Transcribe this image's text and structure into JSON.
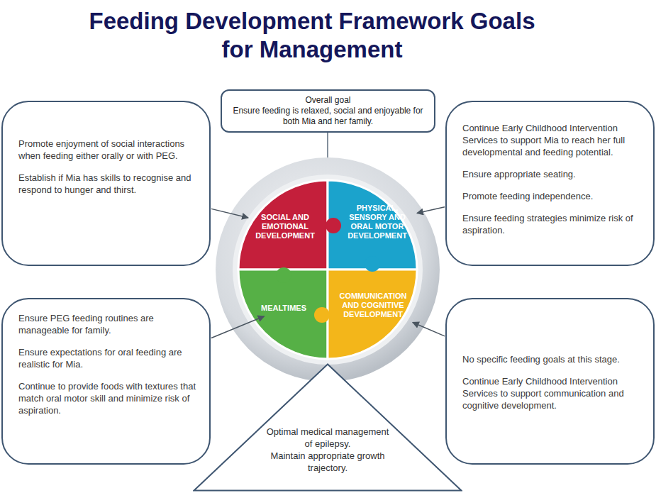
{
  "diagram": {
    "title": "Feeding Development Framework Goals for Management",
    "nodes": [
      {
        "text": [
          "Overall goal",
          "Ensure feeding is relaxed, social and enjoyable for both Mia and her family."
        ]
      },
      {
        "text": [
          "Promote enjoyment of social interactions when feeding either orally or with PEG.",
          "Establish if Mia has skills to recognise and respond to hunger and thirst."
        ]
      },
      {
        "text": [
          "Continue Early Childhood Intervention Services to support Mia to reach her full developmental and feeding potential.",
          "Ensure appropriate seating.",
          "Promote feeding independence.",
          "Ensure feeding strategies minimize risk of aspiration."
        ]
      },
      {
        "text": [
          "SOCIAL AND EMOTIONAL DEVELOPMENT"
        ]
      },
      {
        "text": [
          "PHYSICAL, SENSORY AND ORAL MOTOR DEVELOPMENT"
        ]
      },
      {
        "text": [
          "MEALTIMES"
        ]
      },
      {
        "text": [
          "COMMUNICATION AND COGNITIVE DEVELOPMENT"
        ]
      },
      {
        "text": [
          "Ensure PEG feeding routines are manageable for family.",
          "Ensure expectations for oral feeding are realistic for Mia.",
          "Continue to provide foods with textures that match oral motor skill and minimize risk of aspiration."
        ]
      },
      {
        "text": [
          "No specific feeding goals at this stage.",
          "Continue Early Childhood Intervention Services to support communication and cognitive development."
        ]
      },
      {
        "text": [
          "Optimal medical management of epilepsy.",
          "Maintain appropriate growth trajectory."
        ]
      }
    ],
    "edges": [
      {
        "from": 1,
        "to": 3,
        "arrow": "to"
      },
      {
        "from": 2,
        "to": 4,
        "arrow": "to"
      },
      {
        "from": 7,
        "to": 5,
        "arrow": "to"
      },
      {
        "from": 8,
        "to": 6,
        "arrow": "to"
      }
    ]
  }
}
